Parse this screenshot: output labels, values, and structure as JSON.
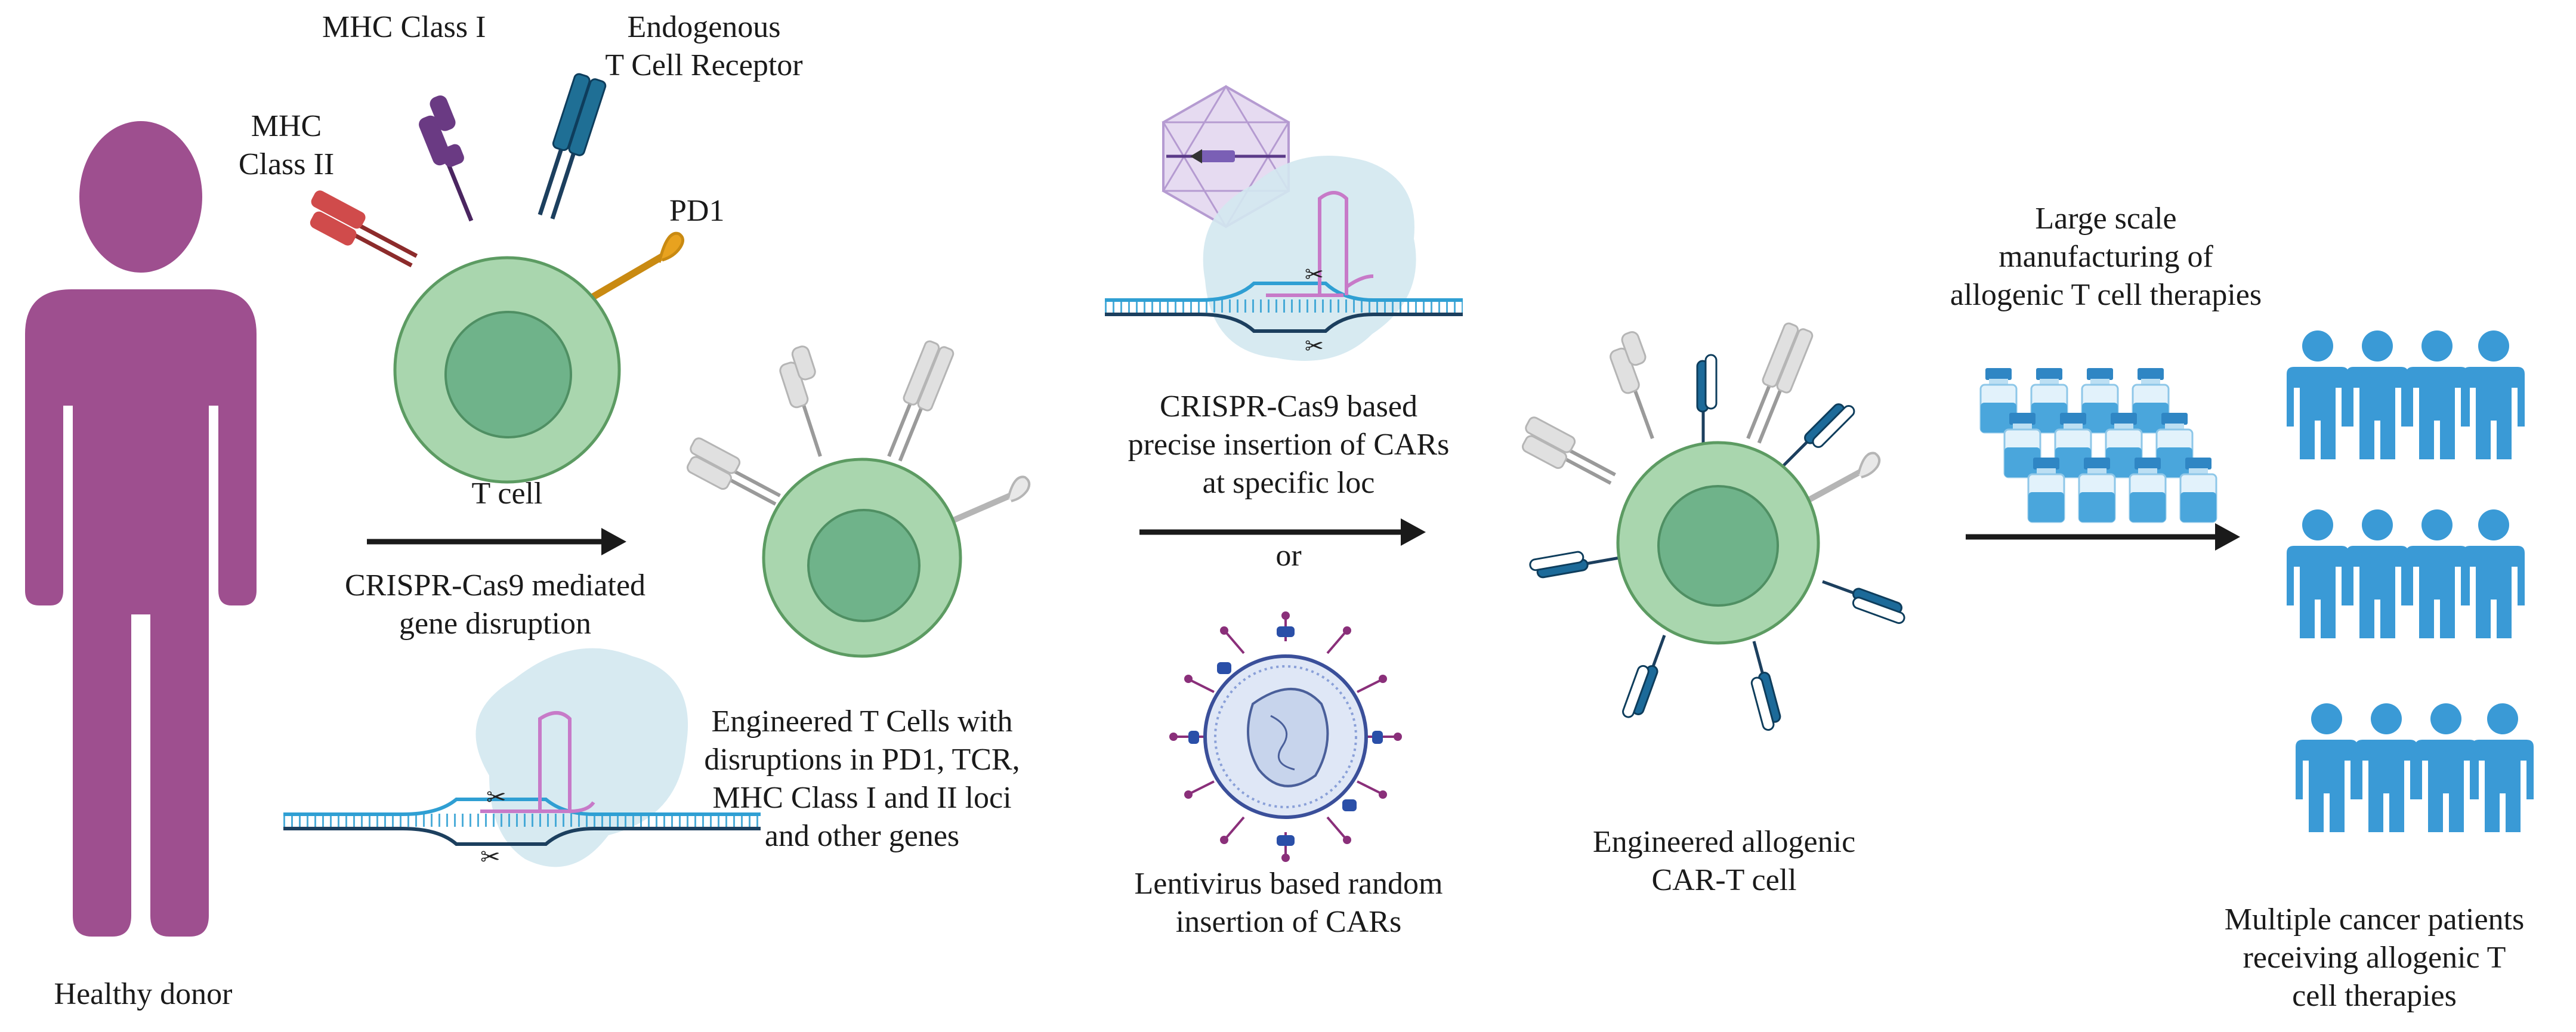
{
  "labels": {
    "mhc_class_1": "MHC Class I",
    "endogenous_tcr": [
      "Endogenous",
      "T Cell Receptor"
    ],
    "mhc_class_2": [
      "MHC",
      "Class II"
    ],
    "pd1": "PD1",
    "t_cell": "T cell",
    "crispr_disruption": [
      "CRISPR-Cas9 mediated",
      "gene disruption"
    ],
    "healthy_donor": "Healthy donor",
    "engineered_t_cells": [
      "Engineered T Cells with",
      "disruptions in PD1, TCR,",
      "MHC Class I and II loci",
      "and other genes"
    ],
    "crispr_insertion": [
      "CRISPR-Cas9 based",
      "precise insertion of CARs",
      "at specific loc"
    ],
    "or": "or",
    "lentivirus_insertion": [
      "Lentivirus based random",
      "insertion of CARs"
    ],
    "engineered_car_t": [
      "Engineered allogenic",
      "CAR-T cell"
    ],
    "manufacturing": [
      "Large scale",
      "manufacturing of",
      "allogenic T cell therapies"
    ],
    "patients": [
      "Multiple cancer patients",
      "receiving allogenic T",
      "cell therapies"
    ]
  },
  "colors": {
    "donor": "#9e4f8f",
    "cell_outer": "#a9d6ae",
    "cell_nucleus": "#6fb38a",
    "cell_stroke": "#5c9b62",
    "mhc2": "#d04b4b",
    "mhc1": "#6a3a83",
    "tcr": "#1f6f95",
    "pd1": "#e8a21f",
    "car": "#1c6a99",
    "disrupted": "#d6d6d6",
    "dna": "#2f9fd3",
    "rna": "#c77ac8",
    "patient": "#3a9ad6",
    "arrow": "#1a1a1a"
  },
  "icons": [
    "healthy-donor-figure",
    "t-cell-icon",
    "crispr-cas9-complex-icon",
    "scissors-icon",
    "aav-capsid-icon",
    "lentivirus-icon",
    "vial-icon",
    "patient-figure-icon",
    "arrow-icon"
  ]
}
